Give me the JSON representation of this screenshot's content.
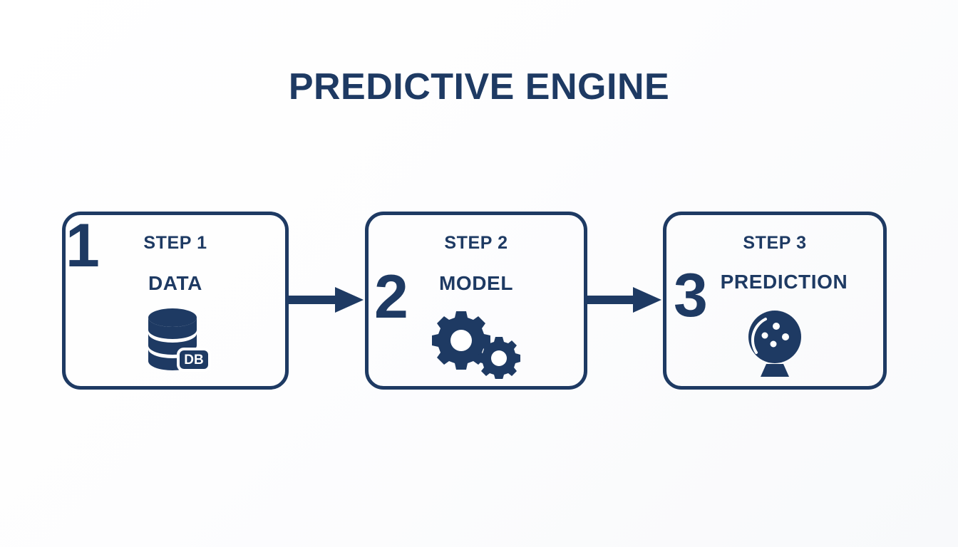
{
  "page": {
    "title": "PREDICTIVE ENGINE",
    "background_color": "#ffffff",
    "accent_color": "#1e3a63"
  },
  "steps": [
    {
      "number": "1",
      "label": "STEP 1",
      "title": "DATA",
      "icon": "database-icon",
      "icon_badge": "DB"
    },
    {
      "number": "2",
      "label": "STEP 2",
      "title": "MODEL",
      "icon": "gears-icon",
      "icon_badge": ""
    },
    {
      "number": "3",
      "label": "STEP 3",
      "title": "PREDICTION",
      "icon": "crystal-ball-icon",
      "icon_badge": ""
    }
  ],
  "connectors": [
    {
      "from": "STEP 1",
      "to": "STEP 2",
      "icon": "arrow-right-icon"
    },
    {
      "from": "STEP 2",
      "to": "STEP 3",
      "icon": "arrow-right-icon"
    }
  ]
}
